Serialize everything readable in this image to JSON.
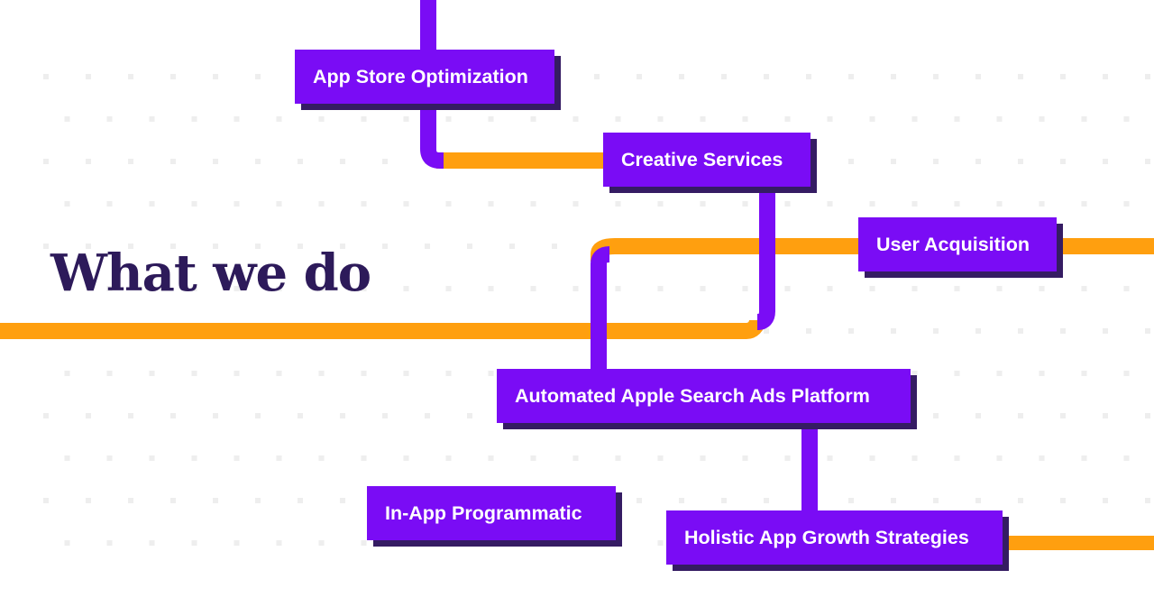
{
  "heading": "What we do",
  "colors": {
    "background": "#ffffff",
    "heading": "#2d1a5a",
    "node_fill": "#7a0cf5",
    "node_shadow": "#351c63",
    "node_text": "#ffffff",
    "orange_line": "#ff9f0f",
    "purple_line": "#7a0cf5",
    "grid_dot": "#eeeeee"
  },
  "nodes": [
    {
      "id": "aso",
      "label": "App Store Optimization"
    },
    {
      "id": "cs",
      "label": "Creative Services"
    },
    {
      "id": "ua",
      "label": "User Acquisition"
    },
    {
      "id": "asa",
      "label": "Automated Apple Search Ads Platform"
    },
    {
      "id": "iap",
      "label": "In-App Programmatic"
    },
    {
      "id": "hag",
      "label": "Holistic App Growth Strategies"
    }
  ]
}
